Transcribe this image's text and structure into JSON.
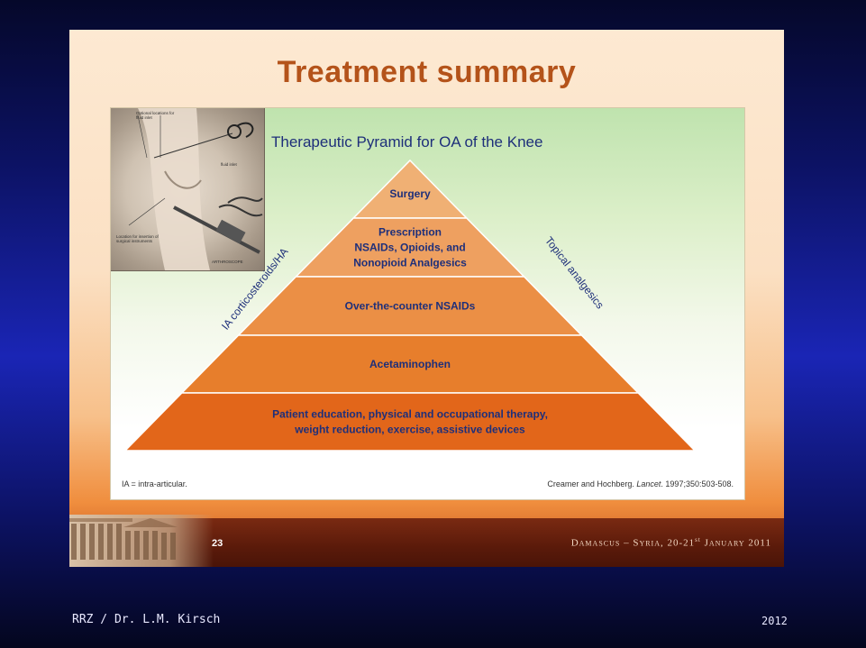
{
  "slide": {
    "title": "Treatment summary",
    "number": "23",
    "conference_prefix": "Damascus – Syria, 20-21",
    "conference_sup": "st",
    "conference_suffix": " January 2011"
  },
  "figure": {
    "title": "Therapeutic Pyramid for OA of the Knee",
    "left_side_label": "IA corticosteroids/HA",
    "right_side_label": "Topical analgesics",
    "tiers": [
      {
        "lines": [
          "Surgery"
        ],
        "color": "#f0b074"
      },
      {
        "lines": [
          "Prescription",
          "NSAIDs, Opioids, and",
          "Nonopioid Analgesics"
        ],
        "color": "#eea060"
      },
      {
        "lines": [
          "Over-the-counter NSAIDs"
        ],
        "color": "#eb8f45"
      },
      {
        "lines": [
          "Acetaminophen"
        ],
        "color": "#e77e2c"
      },
      {
        "lines": [
          "Patient education, physical and occupational therapy,",
          "weight reduction, exercise, assistive devices"
        ],
        "color": "#e2661a"
      }
    ],
    "footnote_left": "IA = intra-articular.",
    "citation_pre": "Creamer and Hochberg. ",
    "citation_journal": "Lancet",
    "citation_post": ". 1997;350:503-508.",
    "photo_labels": {
      "top": "Optional locations for fluid inlet",
      "middle": "fluid inlet",
      "lower_left": "Location for insertion of surgical instruments",
      "bottom_right": "ARTHROSCOPE"
    }
  },
  "footer": {
    "author": "RRZ / Dr. L.M. Kirsch",
    "year": "2012"
  }
}
